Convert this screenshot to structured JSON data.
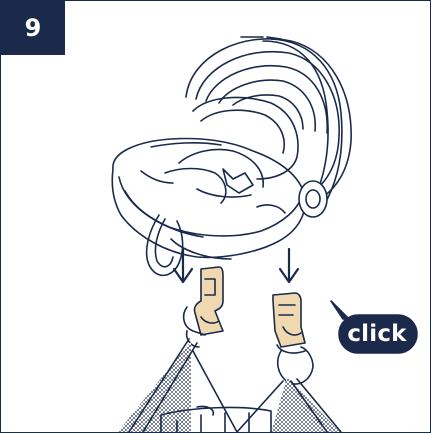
{
  "step": {
    "number": "9"
  },
  "callout": {
    "label": "click"
  },
  "colors": {
    "ink": "#1b2a4a",
    "beige": "#f0d9b0",
    "white": "#ffffff"
  },
  "icons": [
    "arrow-down-icon",
    "arrow-down-icon",
    "speech-bubble"
  ]
}
